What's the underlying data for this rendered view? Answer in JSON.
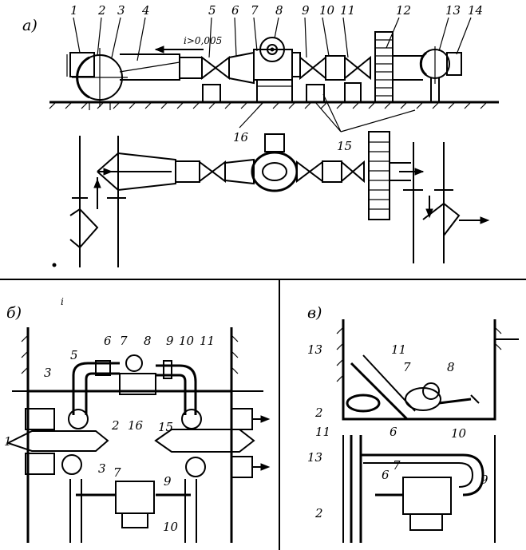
{
  "sections": {
    "a": "a)",
    "b": "б)",
    "v": "в)"
  },
  "slope_note": "i>0,005",
  "stray_mark": "i",
  "labels_a": [
    "1",
    "2",
    "3",
    "4",
    "5",
    "6",
    "7",
    "8",
    "9",
    "10",
    "11",
    "12",
    "13",
    "14",
    "15",
    "16"
  ],
  "labels_b": [
    "3",
    "5",
    "6",
    "7",
    "8",
    "9",
    "10",
    "11",
    "16",
    "15",
    "1",
    "2",
    "3",
    "7",
    "9",
    "10"
  ],
  "labels_v": [
    "13",
    "11",
    "7",
    "8",
    "2",
    "6",
    "11",
    "13",
    "10",
    "6",
    "7",
    "9",
    "2"
  ]
}
